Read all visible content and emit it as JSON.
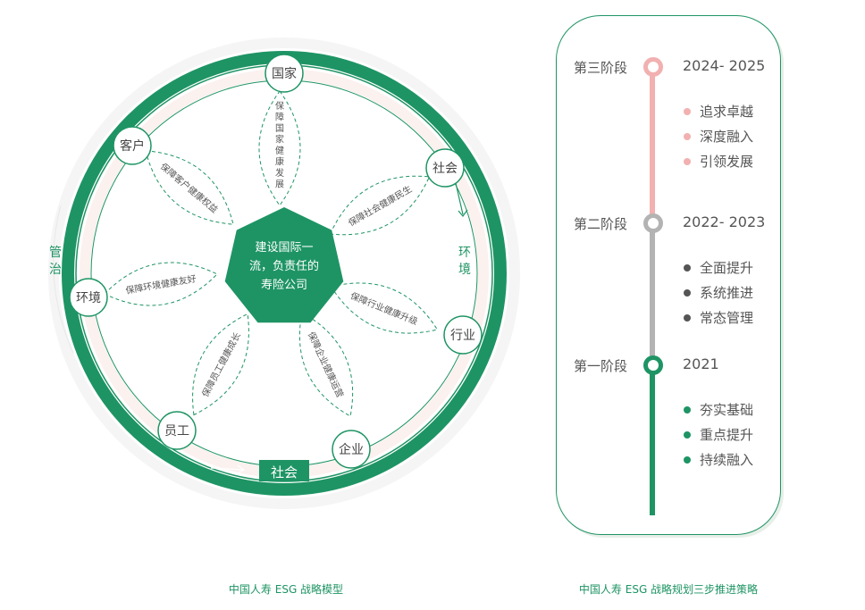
{
  "model": {
    "center": [
      "建设国际一",
      "流，负责任的",
      "寿险公司"
    ],
    "nodes": [
      "国家",
      "社会",
      "行业",
      "企业",
      "员工",
      "环境",
      "客户"
    ],
    "petals": [
      "保障国家健康发展",
      "保障社会健康民生",
      "保障行业健康升级",
      "保障企业健康运营",
      "保障员工健康成长",
      "保障环境健康友好",
      "保障客户健康权益"
    ],
    "side_left": "管治",
    "side_right": "环境",
    "side_bottom": "社会",
    "caption": "中国人寿 ESG 战略模型"
  },
  "timeline": {
    "stages": [
      {
        "label": "第三阶段",
        "years": "2024- 2025",
        "color": "#f2b0b0",
        "items": [
          "追求卓越",
          "深度融入",
          "引领发展"
        ]
      },
      {
        "label": "第二阶段",
        "years": "2022- 2023",
        "color": "#b3b3b3",
        "dot": "#555555",
        "items": [
          "全面提升",
          "系统推进",
          "常态管理"
        ]
      },
      {
        "label": "第一阶段",
        "years": "2021",
        "color": "#1e9464",
        "items": [
          "夯实基础",
          "重点提升",
          "持续融入"
        ]
      }
    ],
    "caption": "中国人寿 ESG 战略规划三步推进策略"
  },
  "colors": {
    "green": "#1e9464",
    "pink": "#f2b0b0",
    "gray": "#b3b3b3"
  }
}
